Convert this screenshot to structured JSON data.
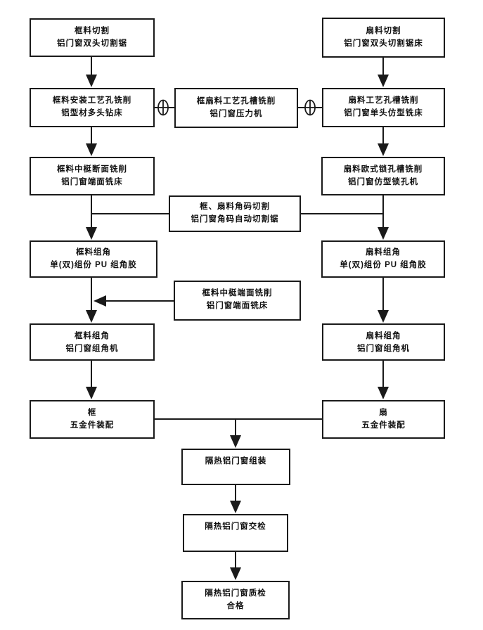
{
  "diagram": {
    "type": "flowchart",
    "language": "zh",
    "subject": "thermal-break aluminium door and window production process",
    "colors": {
      "background": "#ffffff",
      "box_border": "#1a1a1a",
      "line": "#1a1a1a",
      "text": "#111111"
    },
    "nodes": {
      "frame_cutting": {
        "line1": "框料切割",
        "line2": "铝门窗双头切割锯"
      },
      "sash_cutting": {
        "line1": "扇料切割",
        "line2": "铝门窗双头切割锯床"
      },
      "frame_hole_milling": {
        "line1": "框料安装工艺孔铣削",
        "line2": "铝型材多头钻床"
      },
      "frame_sash_slot_milling": {
        "line1": "框扇料工艺孔槽铣削",
        "line2": "铝门窗压力机"
      },
      "sash_slot_milling": {
        "line1": "扇料工艺孔槽铣削",
        "line2": "铝门窗单头仿型铣床"
      },
      "frame_mullion_section_milling": {
        "line1": "框料中梃断面铣削",
        "line2": "铝门窗端面铣床"
      },
      "sash_lock_milling": {
        "line1": "扇料欧式锁孔槽铣削",
        "line2": "铝门窗仿型锁孔机"
      },
      "corner_key_cutting": {
        "line1": "框、扇料角码切割",
        "line2": "铝门窗角码自动切割锯"
      },
      "frame_corner_glue": {
        "line1": "框料组角",
        "line2": "单(双)组份 PU 组角胶"
      },
      "sash_corner_glue": {
        "line1": "扇料组角",
        "line2": "单(双)组份 PU 组角胶"
      },
      "frame_mullion_end_milling": {
        "line1": "框料中梃端面铣削",
        "line2": "铝门窗端面铣床"
      },
      "frame_corner_machine": {
        "line1": "框料组角",
        "line2": "铝门窗组角机"
      },
      "sash_corner_machine": {
        "line1": "扇料组角",
        "line2": "铝门窗组角机"
      },
      "frame_hardware": {
        "line1": "框",
        "line2": "五金件装配"
      },
      "sash_hardware": {
        "line1": "扇",
        "line2": "五金件装配"
      },
      "window_assembly": {
        "line1": "隔热铝门窗组装"
      },
      "window_inspection": {
        "line1": "隔热铝门窗交检"
      },
      "window_quality_check": {
        "line1": "隔热铝门窗质检",
        "line2": "合格"
      }
    }
  }
}
